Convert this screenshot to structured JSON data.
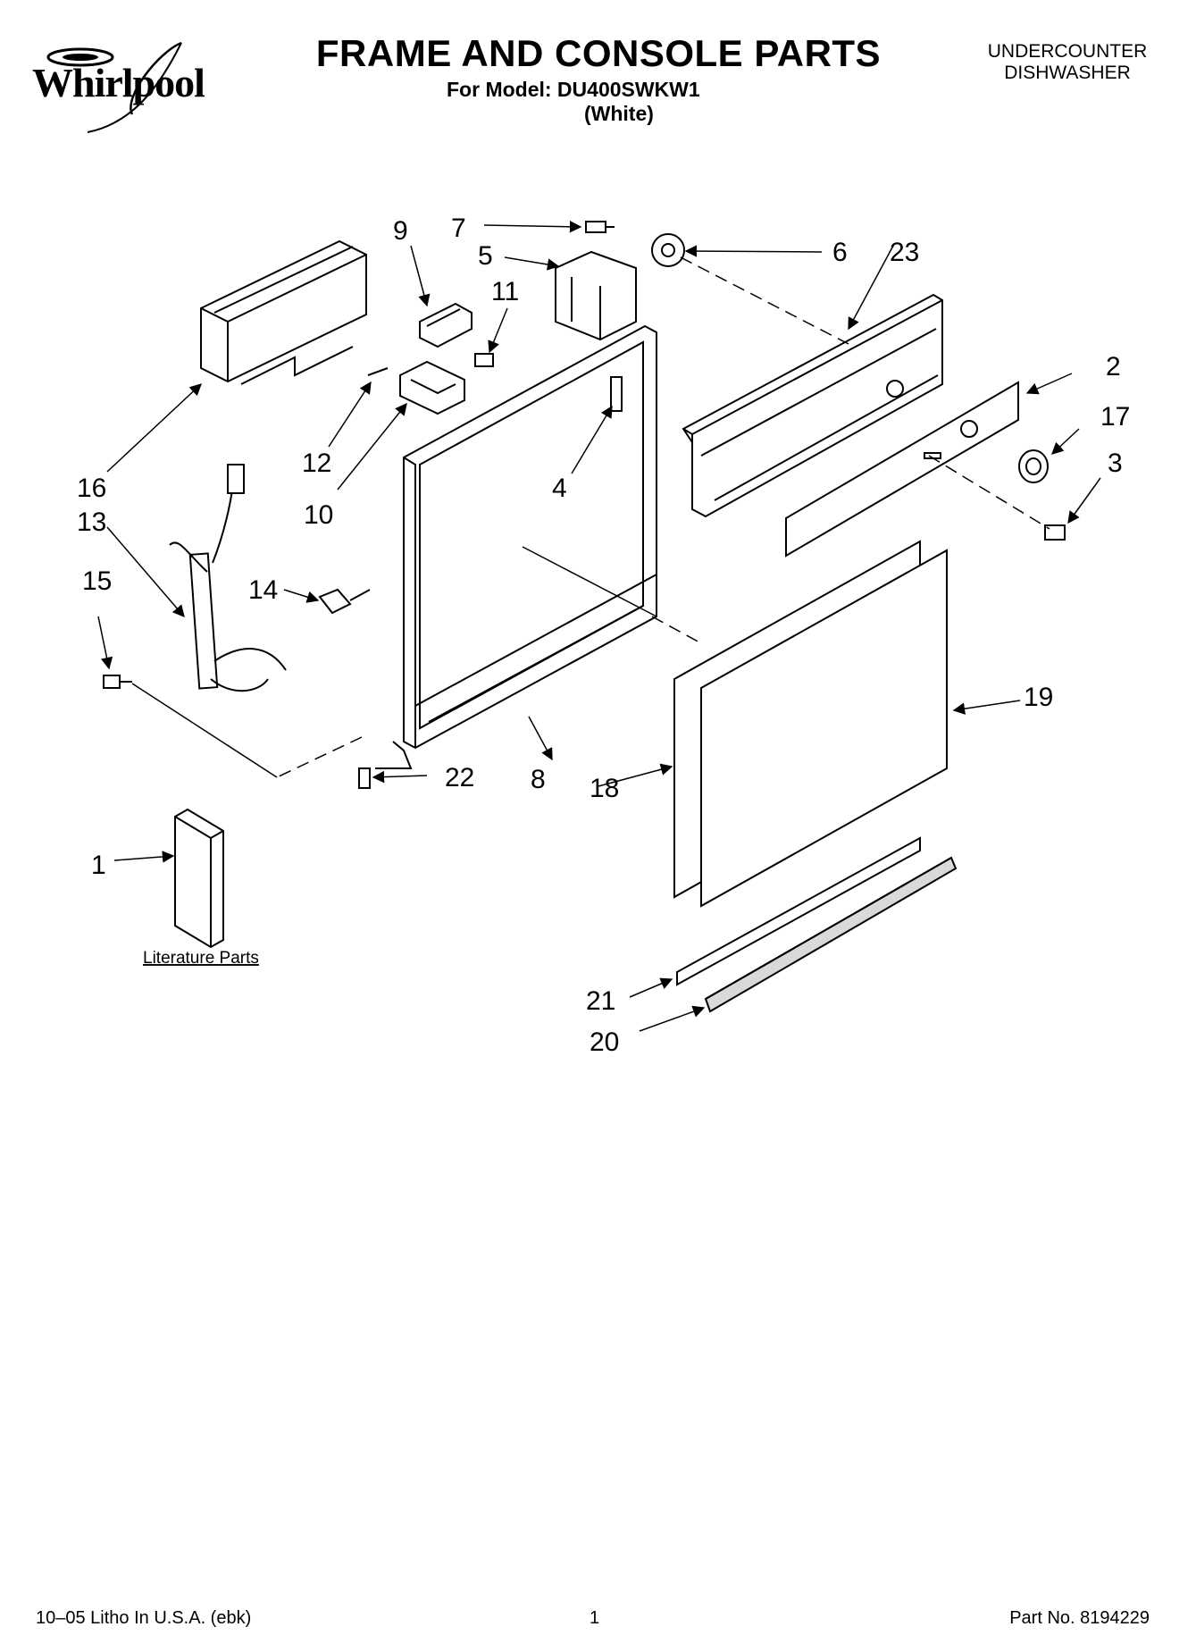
{
  "header": {
    "brand": "Whirlpool",
    "title": "FRAME AND CONSOLE PARTS",
    "model_line": "For Model: DU400SWKW1",
    "color_line": "(White)",
    "product_type_line1": "UNDERCOUNTER",
    "product_type_line2": "DISHWASHER"
  },
  "callouts": {
    "c1": "1",
    "c2": "2",
    "c3": "3",
    "c4": "4",
    "c5": "5",
    "c6": "6",
    "c7": "7",
    "c8": "8",
    "c9": "9",
    "c10": "10",
    "c11": "11",
    "c12": "12",
    "c13": "13",
    "c14": "14",
    "c15": "15",
    "c16": "16",
    "c17": "17",
    "c18": "18",
    "c19": "19",
    "c20": "20",
    "c21": "21",
    "c22": "22",
    "c23": "23"
  },
  "literature_label": "Literature Parts",
  "footer": {
    "litho": "10–05 Litho In U.S.A. (ebk)",
    "page": "1",
    "part_no": "Part No. 8194229"
  },
  "colors": {
    "ink": "#000000",
    "paper": "#ffffff",
    "shade": "#d9d9d9"
  }
}
